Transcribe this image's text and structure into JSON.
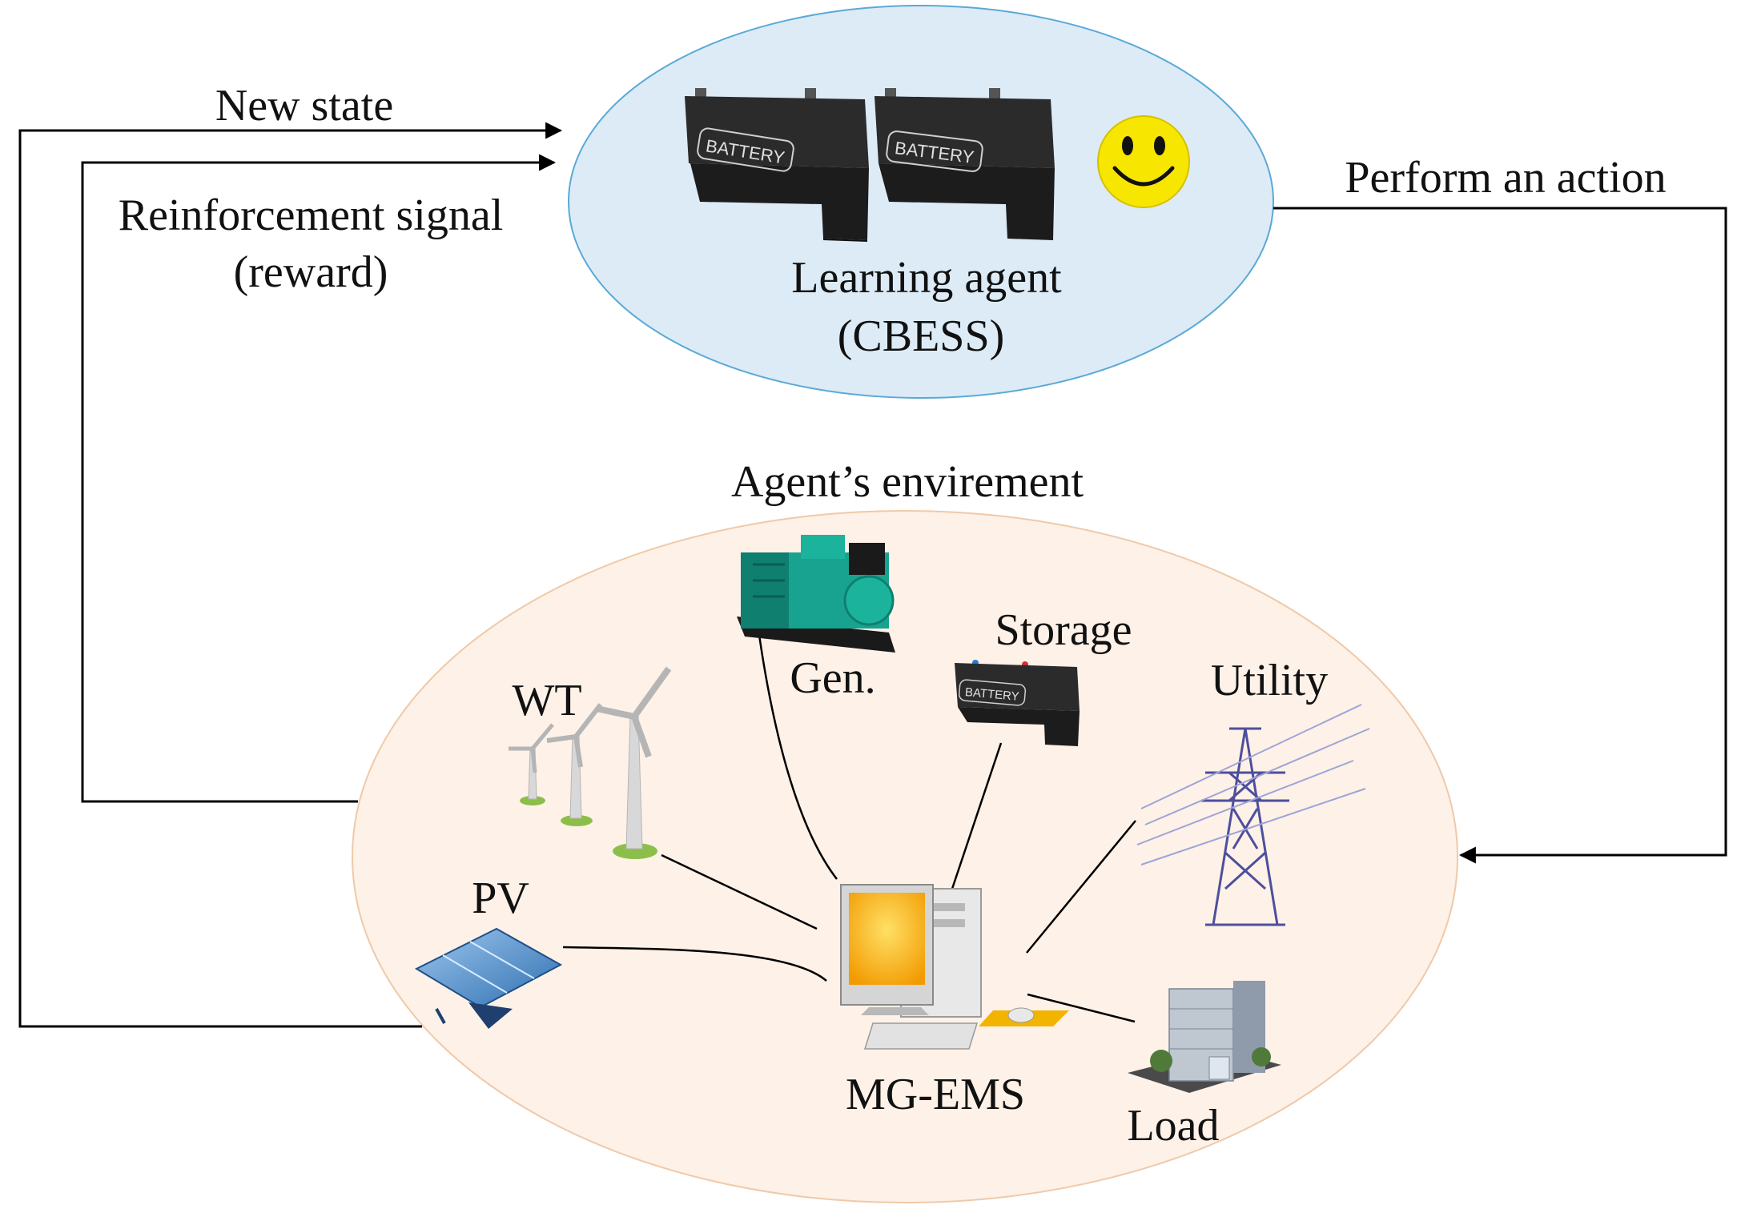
{
  "agent": {
    "battery_label": "BATTERY",
    "title": "Learning agent",
    "subtitle": "(CBESS)"
  },
  "environment": {
    "title": "Agent’s envirement",
    "components": {
      "gen": "Gen.",
      "storage": "Storage",
      "storage_battery_label": "BATTERY",
      "wt": "WT",
      "utility": "Utility",
      "pv": "PV",
      "ems": "MG-EMS",
      "load": "Load"
    }
  },
  "flows": {
    "new_state": "New state",
    "reward_line1": "Reinforcement signal",
    "reward_line2": "(reward)",
    "action": "Perform an action"
  },
  "colors": {
    "agent_fill": "#dcebf6",
    "agent_stroke": "#5aa9d6",
    "env_fill": "#fdf1e8",
    "env_stroke": "#f0c9a8",
    "smiley": "#f7e600",
    "generator": "#17a38f",
    "solar_panel": "#3f7fc0",
    "tower": "#4d4f9c",
    "monitor": "#f4b000"
  }
}
